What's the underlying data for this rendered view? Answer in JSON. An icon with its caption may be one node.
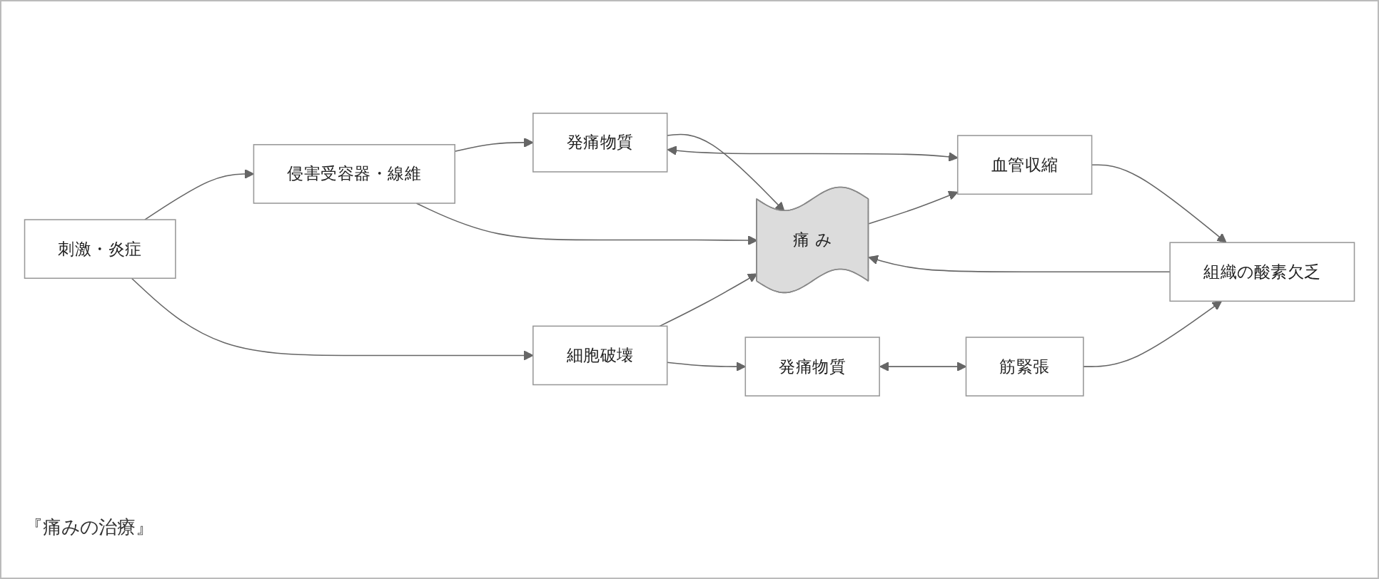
{
  "diagram": {
    "caption": "『痛みの治療』",
    "nodes": [
      {
        "text": [
          "刺激・炎症"
        ]
      },
      {
        "text": [
          "侵害受容器・線維"
        ]
      },
      {
        "text": [
          "発痛物質"
        ]
      },
      {
        "text": [
          "細胞破壊"
        ]
      },
      {
        "text": [
          "痛 み"
        ]
      },
      {
        "text": [
          "血管収縮"
        ]
      },
      {
        "text": [
          "発痛物質"
        ]
      },
      {
        "text": [
          "筋緊張"
        ]
      },
      {
        "text": [
          "組織の酸素欠乏"
        ]
      }
    ],
    "edges": [
      {
        "from": 0,
        "to": 1,
        "arrow": "to"
      },
      {
        "from": 1,
        "to": 2,
        "arrow": "to"
      },
      {
        "from": 0,
        "to": 3,
        "arrow": "to"
      },
      {
        "from": 1,
        "to": 4,
        "arrow": "to"
      },
      {
        "from": 3,
        "to": 4,
        "arrow": "to"
      },
      {
        "from": 2,
        "to": 4,
        "arrow": "to"
      },
      {
        "from": 4,
        "to": 5,
        "arrow": "to"
      },
      {
        "from": 2,
        "to": 5,
        "arrow": "both"
      },
      {
        "from": 3,
        "to": 6,
        "arrow": "to"
      },
      {
        "from": 6,
        "to": 7,
        "arrow": "both"
      },
      {
        "from": 7,
        "to": 8,
        "arrow": "to"
      },
      {
        "from": 5,
        "to": 8,
        "arrow": "to"
      },
      {
        "from": 8,
        "to": 4,
        "arrow": "to"
      }
    ]
  }
}
